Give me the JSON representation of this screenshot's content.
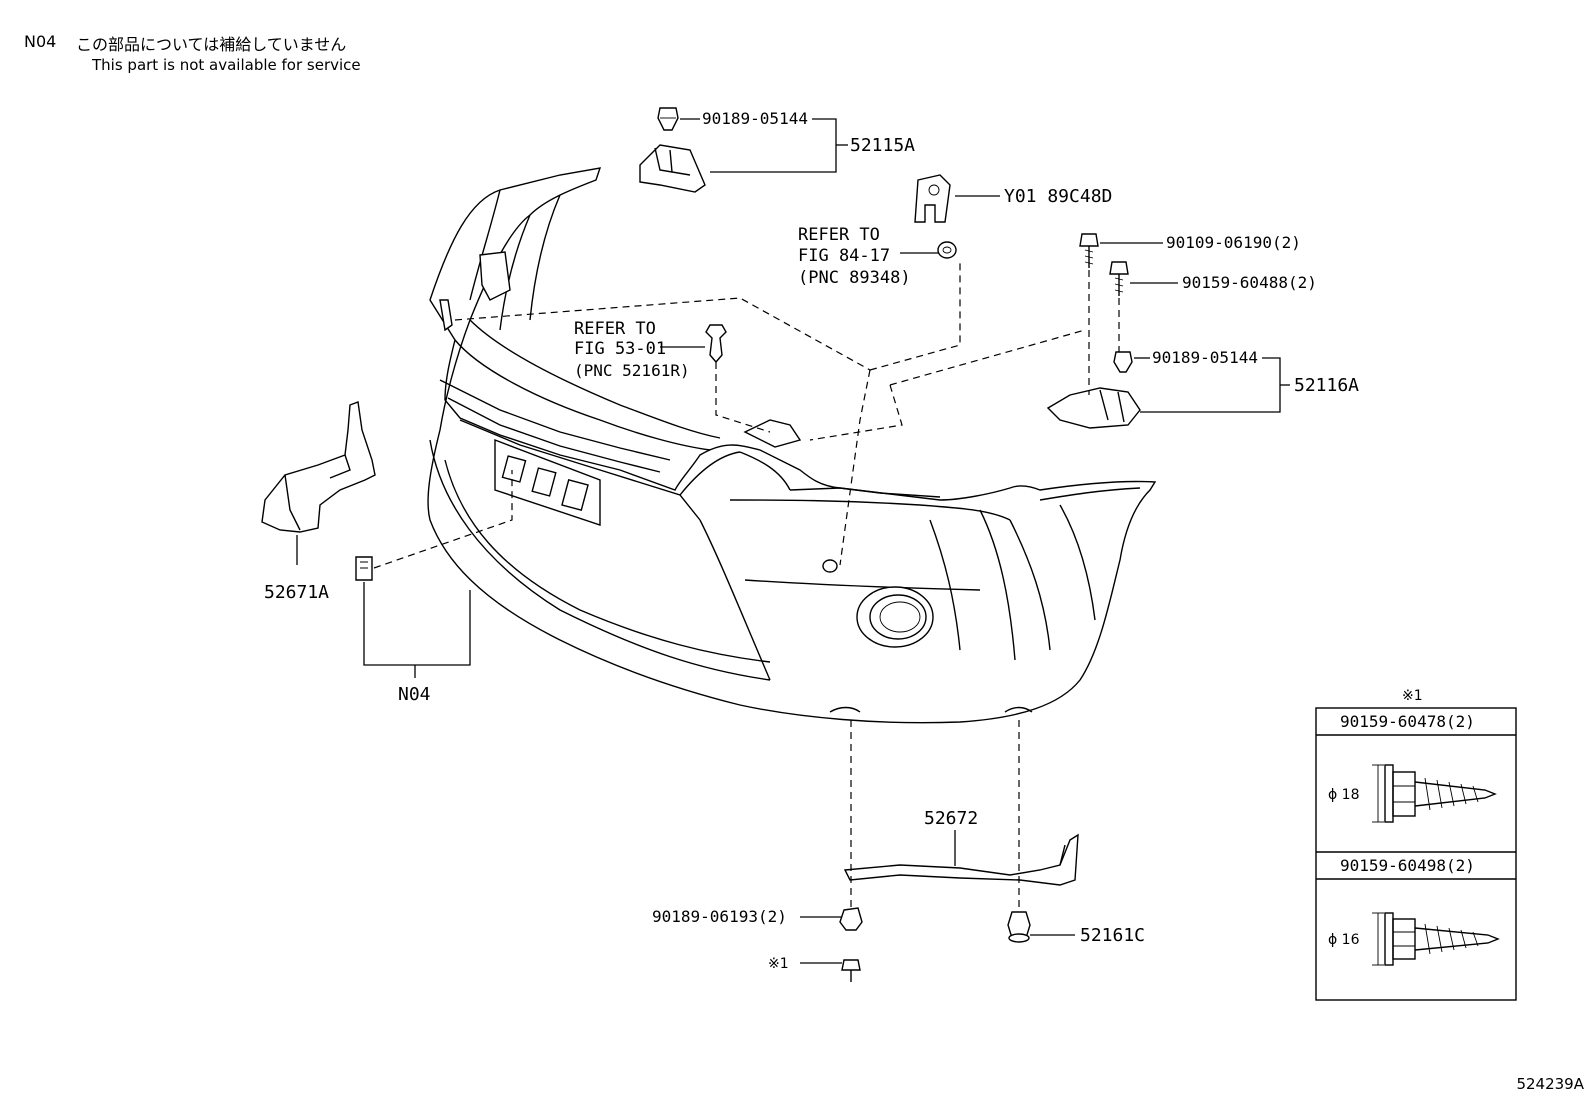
{
  "header": {
    "code": "N04",
    "japanese": "この部品については補給していません",
    "english": "This part is not available for service"
  },
  "figure_id": "524239A",
  "labels": {
    "p52115A": "52115A",
    "p90189_05144_top": "90189-05144",
    "pY01": "Y01 89C48D",
    "refer84_l1": "REFER TO",
    "refer84_l2": "FIG 84-17",
    "refer84_l3": "(PNC 89348)",
    "refer53_l1": "REFER TO",
    "refer53_l2": "FIG 53-01",
    "refer53_l3": "(PNC 52161R)",
    "p90109": "90109-06190(2)",
    "p90159_60488": "90159-60488(2)",
    "p90189_05144_right": "90189-05144",
    "p52116A": "52116A",
    "p52671A": "52671A",
    "pN04": "N04",
    "p52672": "52672",
    "p90189_06193": "90189-06193(2)",
    "note1": "※1",
    "p52161C": "52161C"
  },
  "inset": {
    "title": "※1",
    "top": {
      "part": "90159-60478(2)",
      "dim": "ϕ 18"
    },
    "bottom": {
      "part": "90159-60498(2)",
      "dim": "ϕ 16"
    }
  }
}
